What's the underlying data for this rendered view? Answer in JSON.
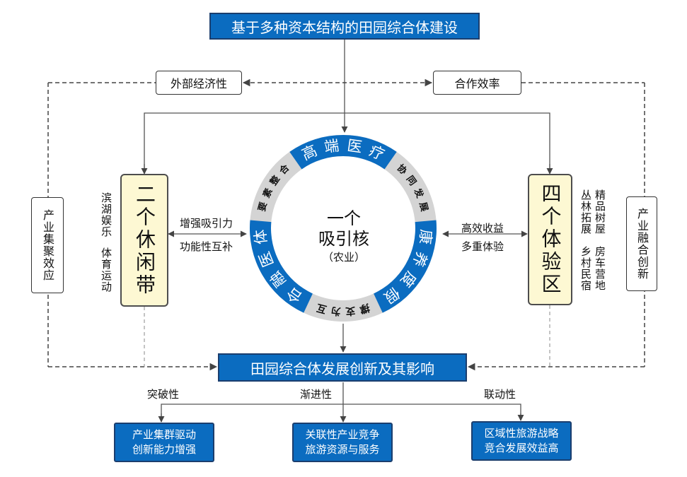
{
  "title": "基于多种资本结构的田园综合体建设",
  "top_labels": {
    "left": "外部经济性",
    "right": "合作效率"
  },
  "side_boxes": {
    "left": "产业集聚效应",
    "right": "产业融合创新"
  },
  "core": {
    "line1": "一个",
    "line2": "吸引核",
    "line3": "（农业）"
  },
  "ring": {
    "blue_segments": [
      "高端医疗",
      "康养度假",
      "体医融合"
    ],
    "gray_segments": [
      "协同发展",
      "互为支撑",
      "要素整合"
    ]
  },
  "left_zone": {
    "title": "二个休闲带",
    "side_col1": "滨湖娱乐",
    "side_col2": "体育运动"
  },
  "right_zone": {
    "title": "四个体验区",
    "side_cols": [
      "精品树屋",
      "丛林拓展",
      "房车营地",
      "乡村民宿"
    ]
  },
  "links": {
    "left_top": "增强吸引力",
    "left_bottom": "功能性互补",
    "right_top": "高效收益",
    "right_bottom": "多重体验"
  },
  "middle_box": "田园综合体发展创新及其影响",
  "branches": [
    {
      "label": "突破性",
      "box_line1": "产业集群驱动",
      "box_line2": "创新能力增强"
    },
    {
      "label": "渐进性",
      "box_line1": "关联性产业竞争",
      "box_line2": "旅游资源与服务"
    },
    {
      "label": "联动性",
      "box_line1": "区域性旅游战略",
      "box_line2": "竞合发展效益高"
    }
  ],
  "colors": {
    "blue": "#0b6cc0",
    "gray": "#d4d4d4",
    "zone_fill": "#fdf8d3",
    "box_border": "#1b3e6e"
  }
}
